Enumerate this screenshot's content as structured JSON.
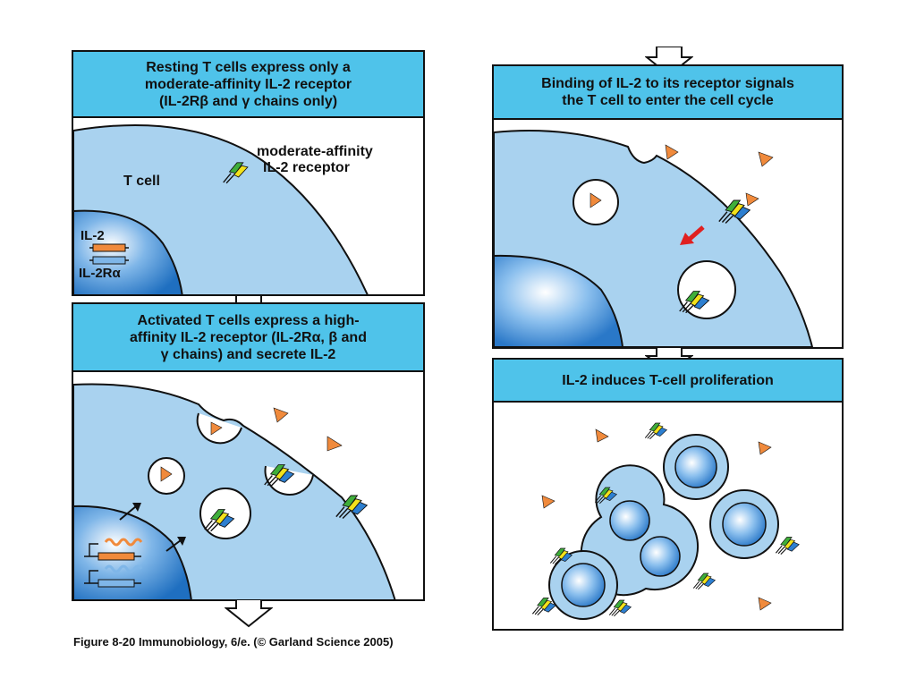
{
  "panels": {
    "p1": {
      "title_lines": [
        "Resting T cells express only a",
        "moderate-affinity IL-2 receptor",
        "(IL-2Rβ and γ chains only)"
      ],
      "tcell_label": "T cell",
      "receptor_label_lines": [
        "moderate-affinity",
        "IL-2 receptor"
      ],
      "gene1": "IL-2",
      "gene2": "IL-2Rα"
    },
    "p2": {
      "title_lines": [
        "Activated T cells express a high-",
        "affinity IL-2 receptor (IL-2Rα, β and",
        "γ chains) and secrete IL-2"
      ]
    },
    "p3": {
      "title_lines": [
        "Binding of IL-2 to its receptor signals",
        "the T cell to enter the cell cycle"
      ]
    },
    "p4": {
      "title_lines": [
        "IL-2 induces T-cell proliferation"
      ]
    }
  },
  "caption": "Figure 8-20 Immunobiology, 6/e. (© Garland Science 2005)",
  "colors": {
    "title_bg": "#4fc3ea",
    "cytoplasm": "#a9d2ef",
    "nucleus_dark": "#1f6fc0",
    "il2": "#f08a3c",
    "chain_green": "#3fae3a",
    "chain_yellow": "#f3e21b",
    "chain_blue": "#2d7fd0",
    "signal_arrow": "#e02020"
  }
}
